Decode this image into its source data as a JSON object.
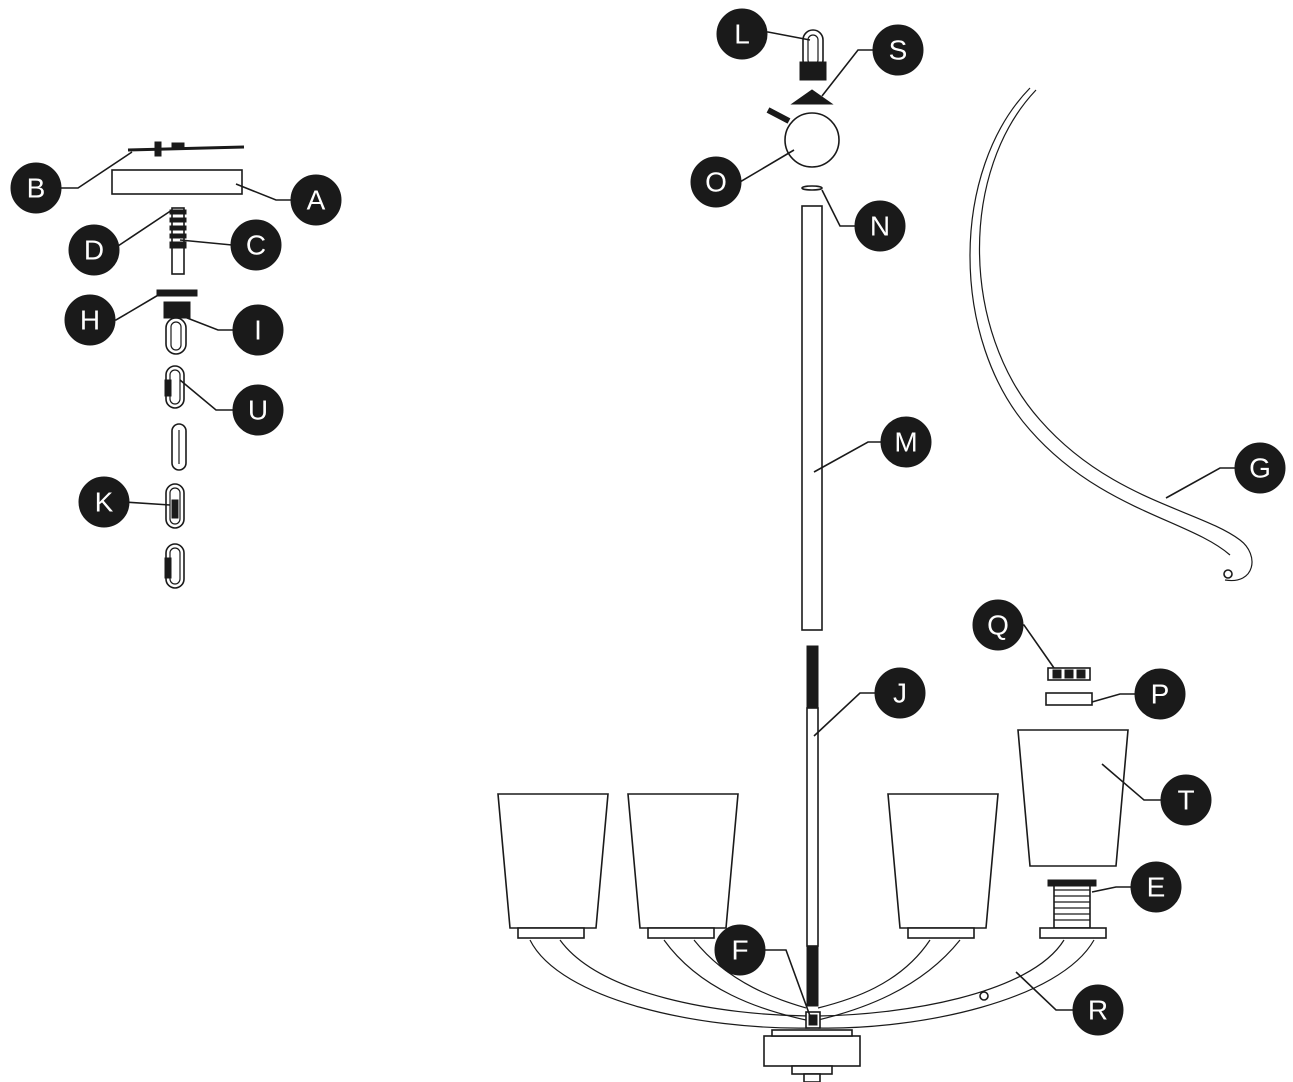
{
  "labels": {
    "A": "A",
    "B": "B",
    "C": "C",
    "D": "D",
    "E": "E",
    "F": "F",
    "G": "G",
    "H": "H",
    "I": "I",
    "J": "J",
    "K": "K",
    "L": "L",
    "M": "M",
    "N": "N",
    "O": "O",
    "P": "P",
    "Q": "Q",
    "R": "R",
    "S": "S",
    "T": "T",
    "U": "U"
  },
  "colors": {
    "ink": "#1a1a1a",
    "paper": "#ffffff"
  }
}
